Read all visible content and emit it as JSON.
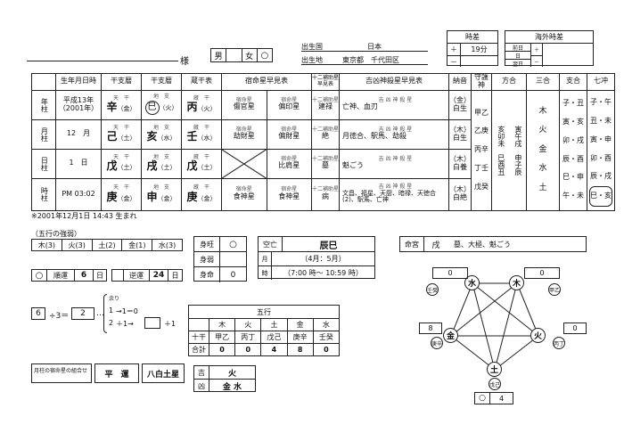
{
  "header": {
    "sama": "様",
    "male": "男",
    "female": "女",
    "female_mark": "○",
    "birth_country_label": "出生国",
    "birth_country": "日本",
    "birth_place_label": "出生地",
    "birth_place": "東京都　千代田区",
    "jisa_label": "時差",
    "jisa_plus": "＋",
    "jisa_value": "19分",
    "jisa_minus": "－",
    "kaigai_label": "海外時差",
    "kaigai_rows": [
      "前日",
      "日",
      "翌日"
    ],
    "kaigai_sign_plus": "＋",
    "kaigai_sign_minus": "－"
  },
  "table": {
    "headers": [
      "生年月日時",
      "干支暦",
      "干支暦",
      "蔵干表",
      "宿命星早見表",
      "十二補助星早見表",
      "吉凶神殺星早見表",
      "納音",
      "守護神",
      "方合",
      "三合",
      "支合",
      "七冲"
    ],
    "rows": [
      {
        "pillar": "年柱",
        "date": "平成13年（2001年）",
        "kan": "辛",
        "kan_el": "（金）",
        "shi": "巳",
        "shi_el": "（火）",
        "zou": "丙",
        "zou_el": "（火）",
        "star": "傷官星",
        "star2": "偏印星",
        "hojo": "建禄",
        "kichi": "亡神、血刃",
        "nacchin": "（金）白生"
      },
      {
        "pillar": "月柱",
        "date": "12　月",
        "kan": "己",
        "kan_el": "（土）",
        "shi": "亥",
        "shi_el": "（水）",
        "zou": "壬",
        "zou_el": "（水）",
        "star": "劫財星",
        "star2": "偏財星",
        "hojo": "絶",
        "kichi": "月徳合、駅馬、劫殺",
        "nacchin": "（木）白生"
      },
      {
        "pillar": "日柱",
        "date": "1　日",
        "kan": "戊",
        "kan_el": "（土）",
        "shi": "戌",
        "shi_el": "（土）",
        "zou": "戊",
        "zou_el": "（土）",
        "star": "",
        "star2": "比肩星",
        "hojo": "墓",
        "kichi": "魁ごう",
        "nacchin": "（木）白養"
      },
      {
        "pillar": "時柱",
        "date": "PM 03:02",
        "kan": "庚",
        "kan_el": "（金）",
        "shi": "申",
        "shi_el": "（金）",
        "zou": "庚",
        "zou_el": "（金）",
        "star": "食神星",
        "star2": "食神星",
        "hojo": "病",
        "kichi": "文昌、福星、天厨、暗禄、天徳合(2)、駅馬、亡神",
        "nacchin": "（木）白絶"
      }
    ],
    "sub_labels": {
      "tenkan": "天　干",
      "chishi": "地　支",
      "zoukan": "蔵　干",
      "shukumei": "宿命星",
      "hojo": "十二補助星",
      "kichi": "吉 凶 神 殺 星"
    },
    "shugo": [
      "甲乙",
      "乙庚",
      "丙辛",
      "丁壬",
      "戊癸"
    ],
    "hougou": [
      "亥卯未",
      "寅午戌",
      "巳酉丑",
      "申子辰"
    ],
    "sangou": [
      "木",
      "火",
      "金",
      "水",
      "土"
    ],
    "shigou": [
      "子・丑",
      "寅・亥",
      "卯・戌",
      "辰・酉",
      "巳・申",
      "午・未"
    ],
    "shichichu": [
      "子・午",
      "丑・未",
      "寅・申",
      "卯・酉",
      "辰・戌",
      "巳・亥"
    ]
  },
  "birth_note": "※2001年12月1日 14:43 生まれ",
  "gogyo_title": "（五行の強弱）",
  "gogyo_counts": [
    "木(3)",
    "火(3)",
    "土(2)",
    "金(1)",
    "水(3)"
  ],
  "junun": {
    "mark": "○",
    "label": "順運",
    "value": "6",
    "unit": "日",
    "label2": "逆運",
    "value2": "24",
    "unit2": "日"
  },
  "calc": {
    "a": "6",
    "op": "÷3＝",
    "b": "2",
    "dots": "…",
    "amari": "余り",
    "r1": "1",
    "r1t": "→1＝0",
    "r2": "2",
    "r2t": "＋1→",
    "plus1": "＋1"
  },
  "mi": {
    "shinnou_label": "身旺",
    "shinnou_val": "○",
    "shinjaku_label": "身弱",
    "shinmei_label": "身命",
    "shinmei_val": "0"
  },
  "kuu": {
    "label": "空亡",
    "value": "辰巳",
    "month_label": "月",
    "month_value": "（4月：5月）",
    "time_label": "時",
    "time_value": "（7:00 時～ 10:59 時）"
  },
  "gogyo_table": {
    "title": "五行",
    "cols": [
      "木",
      "火",
      "土",
      "金",
      "水"
    ],
    "jikkan_label": "十干",
    "jikkan": [
      "甲乙",
      "丙丁",
      "戊己",
      "庚辛",
      "壬癸"
    ],
    "total_label": "合計",
    "totals": [
      "0",
      "0",
      "4",
      "8",
      "0"
    ]
  },
  "meikyu": {
    "label": "命宮",
    "kan": "戌",
    "text": "墓、大極、魁ごう"
  },
  "bottom": {
    "label": "月柱の宿命星の組合せ",
    "value1": "平　運",
    "value2": "八白土星",
    "kichi_label": "吉",
    "kichi_value": "火",
    "kyou_label": "凶",
    "kyou_value": "金 水"
  },
  "diagram": {
    "nodes": {
      "top_left": "水",
      "top_right": "木",
      "left": "金",
      "right": "火",
      "bottom": "土"
    },
    "tags": {
      "top_left": "壬癸",
      "top_right": "甲乙",
      "left": "庚辛",
      "right": "丙丁",
      "bottom": "戊己"
    },
    "values": {
      "top_left": "0",
      "top_right": "0",
      "left": "8",
      "right": "0",
      "bottom": "4"
    },
    "bottom_mark": "○"
  }
}
